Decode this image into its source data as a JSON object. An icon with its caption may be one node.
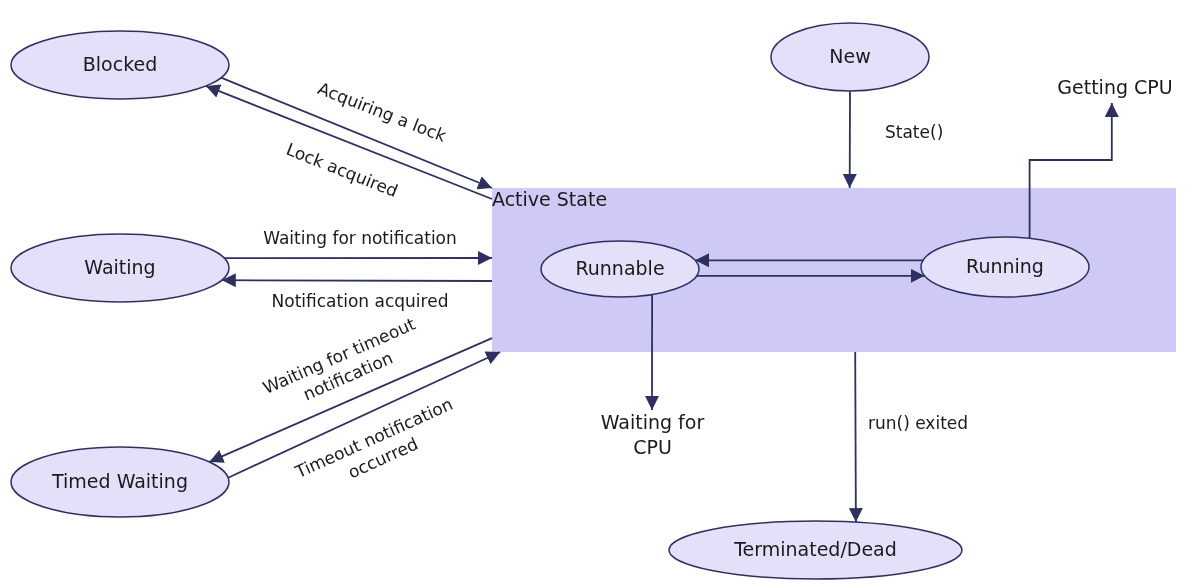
{
  "diagram": {
    "nodes": [
      {
        "text": [
          "Blocked"
        ]
      },
      {
        "text": [
          "Waiting"
        ]
      },
      {
        "text": [
          "Timed Waiting"
        ]
      },
      {
        "text": [
          "New"
        ]
      },
      {
        "text": [
          "Active State"
        ]
      },
      {
        "text": [
          "Runnable"
        ],
        "in": 4
      },
      {
        "text": [
          "Running"
        ],
        "in": 4
      },
      {
        "text": [
          "Terminated/Dead"
        ]
      },
      {
        "text": [
          "Getting CPU"
        ]
      },
      {
        "text": [
          "Waiting for CPU"
        ]
      }
    ],
    "edges": [
      {
        "from": 0,
        "to": 4,
        "arrow": "to",
        "label": "Acquiring a lock"
      },
      {
        "from": 4,
        "to": 0,
        "arrow": "to",
        "label": "Lock acquired"
      },
      {
        "from": 1,
        "to": 4,
        "arrow": "to",
        "label": "Waiting for notification"
      },
      {
        "from": 4,
        "to": 1,
        "arrow": "to",
        "label": "Notification acquired"
      },
      {
        "from": 4,
        "to": 2,
        "arrow": "to",
        "label": "Waiting for timeout notification"
      },
      {
        "from": 2,
        "to": 4,
        "arrow": "to",
        "label": "Timeout notification occurred"
      },
      {
        "from": 3,
        "to": 4,
        "arrow": "to",
        "label": "State()"
      },
      {
        "from": 6,
        "to": 8,
        "arrow": "to"
      },
      {
        "from": 6,
        "to": 5,
        "arrow": "to"
      },
      {
        "from": 5,
        "to": 6,
        "arrow": "to"
      },
      {
        "from": 5,
        "to": 9,
        "arrow": "to"
      },
      {
        "from": 4,
        "to": 7,
        "arrow": "to",
        "label": "run() exited"
      }
    ]
  }
}
